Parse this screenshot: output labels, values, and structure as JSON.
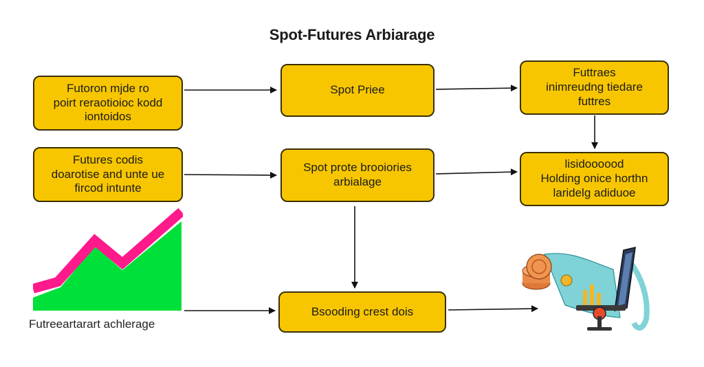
{
  "title": "Spot-Futures Arbiarage",
  "nodes": {
    "left1": [
      "Futoron mjde ro",
      "poirt reraotioioc kodd",
      "iontoidos"
    ],
    "left2": [
      "Futures codis",
      "doarotise and unte ue",
      "fircod intunte"
    ],
    "center1": [
      "Spot Priee"
    ],
    "center2": [
      "Spot prote brooiories",
      "arbialage"
    ],
    "center3": [
      "Bsooding crest dois"
    ],
    "right1": [
      "Futtraes",
      "inimreudng tiedare",
      "futtres"
    ],
    "right2": [
      "lisidoooood",
      "Holding onice horthn",
      "laridelg adiduoe"
    ]
  },
  "chart_caption": "Futreeartarart achlerage",
  "colors": {
    "box_fill": "#f7c600",
    "box_border": "#3a3000",
    "chart_green": "#00e03a",
    "chart_pink": "#ff1a8c",
    "arrow": "#111111"
  },
  "illustration": {
    "description_icon": "coins-laptop-icon"
  }
}
